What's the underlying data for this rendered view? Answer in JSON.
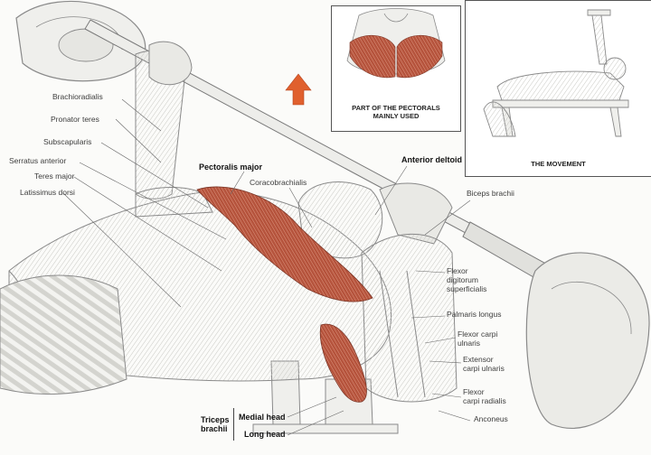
{
  "insets": {
    "pectorals_caption_line1": "PART OF THE PECTORALS",
    "pectorals_caption_line2": "MAINLY USED",
    "movement_caption": "THE MOVEMENT"
  },
  "labels_left": {
    "brachioradialis": "Brachioradialis",
    "pronator_teres": "Pronator teres",
    "subscapularis": "Subscapularis",
    "serratus_anterior": "Serratus anterior",
    "teres_major": "Teres major",
    "latissimus_dorsi": "Latissimus dorsi"
  },
  "labels_center": {
    "pectoralis_major": "Pectoralis major",
    "coracobrachialis": "Coracobrachialis",
    "anterior_deltoid": "Anterior deltoid",
    "biceps_brachii": "Biceps brachii"
  },
  "labels_right": {
    "flexor_digitorum_1": "Flexor",
    "flexor_digitorum_2": "digitorum",
    "flexor_digitorum_3": "superficialis",
    "palmaris_longus": "Palmaris longus",
    "flexor_carpi_ulnaris_1": "Flexor carpi",
    "flexor_carpi_ulnaris_2": "ulnaris",
    "extensor_carpi_ulnaris_1": "Extensor",
    "extensor_carpi_ulnaris_2": "carpi ulnaris",
    "flexor_carpi_radialis_1": "Flexor",
    "flexor_carpi_radialis_2": "carpi radialis",
    "anconeus": "Anconeus"
  },
  "labels_bottom": {
    "triceps_1": "Triceps",
    "triceps_2": "brachii",
    "medial_head": "Medial head",
    "long_head": "Long head"
  },
  "colors": {
    "muscle_highlight": "#b5533c",
    "muscle_stripe": "#e8a58f",
    "arrow": "#e0602e",
    "sketch": "#8a8a8a"
  }
}
